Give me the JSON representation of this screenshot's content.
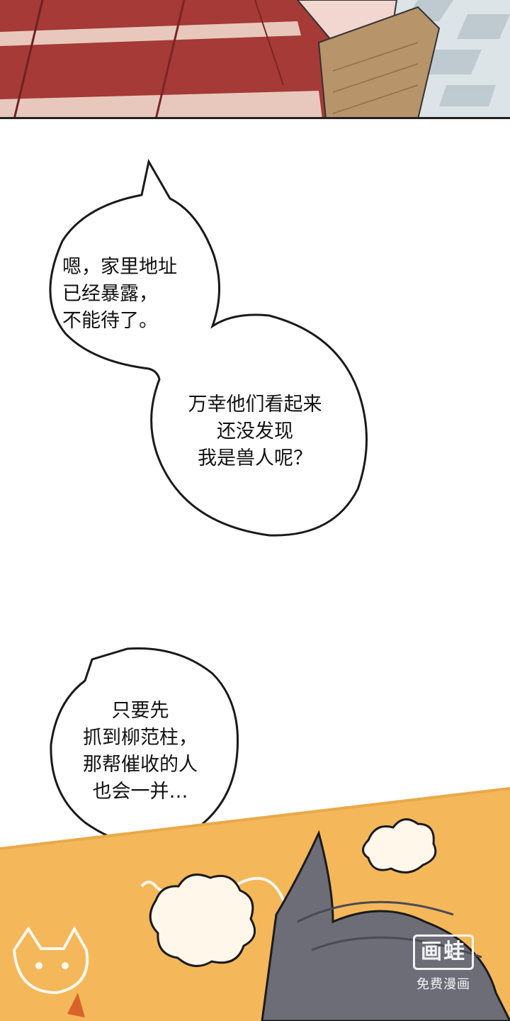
{
  "speech_bubbles": [
    {
      "text": "嗯，家里地址\n已经暴露，\n不能待了。"
    },
    {
      "text": "万幸他们看起来\n还没发现\n我是兽人呢？"
    },
    {
      "text": "只要先\n抓到柳范柱，\n那帮催收的人\n也会一并…"
    }
  ],
  "watermark": {
    "logo": "画蛙",
    "subtitle": "免费漫画"
  },
  "colors": {
    "shirt_red": "#a53a36",
    "shirt_stripe": "#e8c8bc",
    "background_orange": "#f4b85a",
    "cat_gray": "#6d6d78",
    "floor_blue": "#c7d3d8"
  }
}
